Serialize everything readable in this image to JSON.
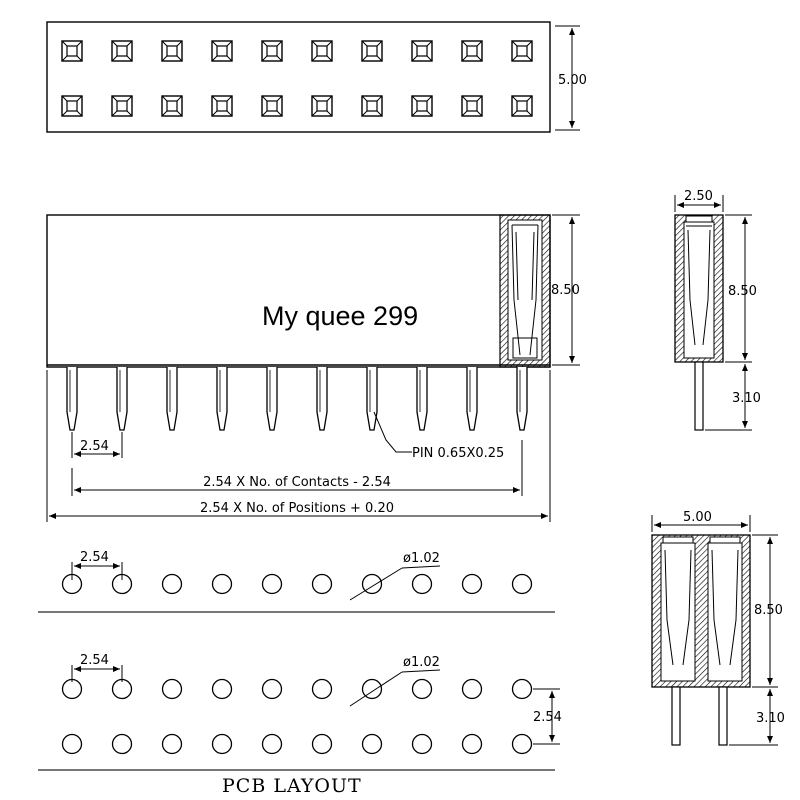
{
  "overlay_text": "My quee 299",
  "top_view": {
    "height_label": "5.00",
    "columns": 10,
    "rows": 2
  },
  "front_view": {
    "height_label": "8.50",
    "pitch_label": "2.54",
    "pin_label": "PIN 0.65X0.25",
    "contacts_formula": "2.54 X No. of Contacts - 2.54",
    "positions_formula": "2.54 X No. of Positions + 0.20",
    "pin_count": 10
  },
  "side_single": {
    "width_label": "2.50",
    "height_label": "8.50",
    "pin_label": "3.10"
  },
  "side_double": {
    "width_label": "5.00",
    "height_label": "8.50",
    "pin_label": "3.10"
  },
  "pcb_single": {
    "pitch_label": "2.54",
    "hole_label": "ø1.02",
    "holes": 10
  },
  "pcb_double": {
    "pitch_label": "2.54",
    "hole_label": "ø1.02",
    "row_pitch_label": "2.54",
    "holes": 10
  },
  "pcb_title": "PCB  LAYOUT"
}
